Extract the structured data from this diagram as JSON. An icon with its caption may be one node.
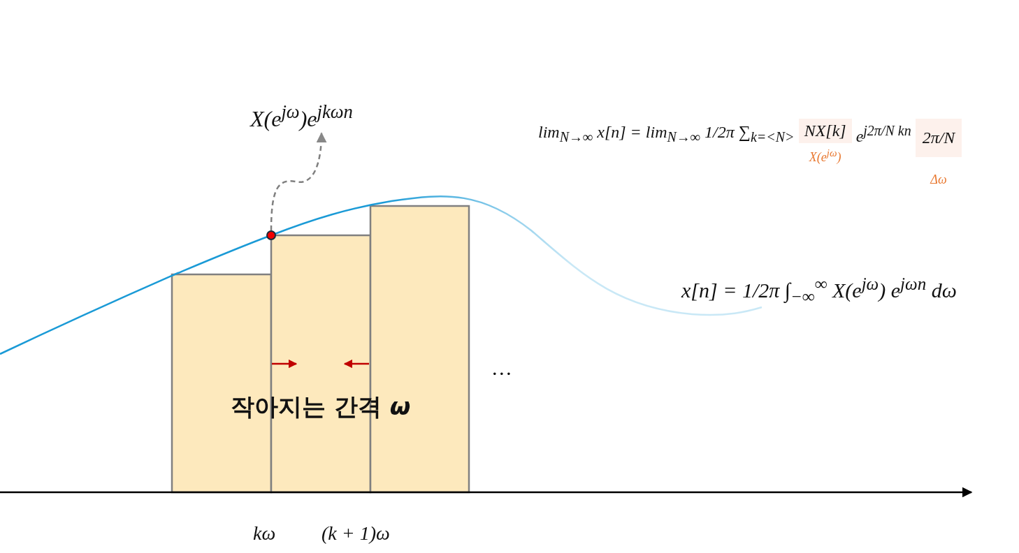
{
  "diagram": {
    "nodes": [
      {
        "text": [
          "X(e$^{jω}$)e$^{jkωn}$"
        ]
      },
      {
        "text": [],
        "shape": "circle"
      }
    ],
    "edges": [
      {
        "from": 1,
        "to": 0,
        "arrow": "to",
        "style": "dashed"
      }
    ],
    "labels": [
      "lim$_{N→∞}$ x[n] = lim$_{N→∞}$ 1/2π ∑$_{k=<N>}$",
      "NX[k]",
      "X(e$^{jω}$)",
      "e$^{j2π/N kn}$",
      "2π/N",
      "Δω",
      "x[n] = 1/2π ∫$_{−∞}$$^{∞}$ X(e$^{jω}$) e$^{jωn}$ dω",
      "…",
      "작아지는 간격 *ω*",
      "kω",
      "(k + 1)ω"
    ]
  }
}
